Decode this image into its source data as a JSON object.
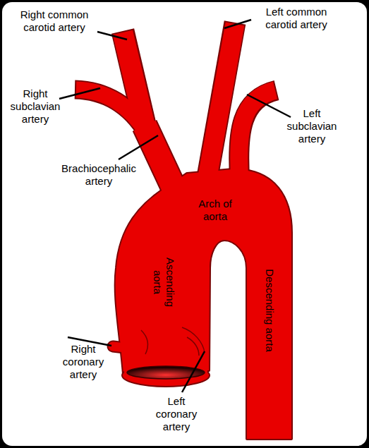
{
  "diagram": {
    "labels": [
      "Right common carotid artery",
      "Left common carotid artery",
      "Right subclavian artery",
      "Left subclavian artery",
      "Brachiocephalic artery",
      "Arch of aorta",
      "Ascending aorta",
      "Descending aorta",
      "Right coronary artery",
      "Left coronary artery"
    ]
  }
}
